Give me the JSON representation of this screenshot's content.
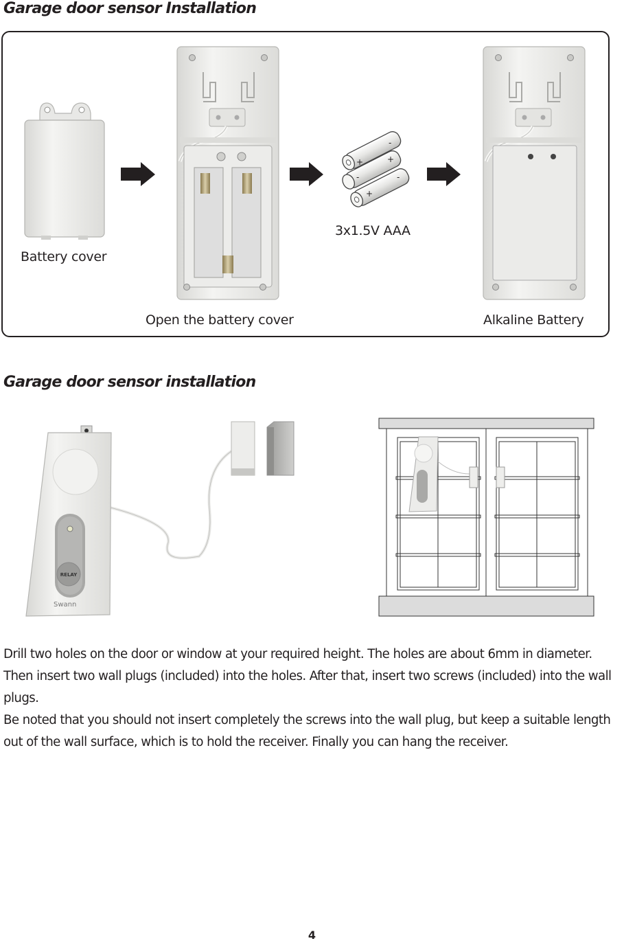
{
  "section1": {
    "heading": "Garage door sensor Installation",
    "captions": {
      "battery_cover": "Battery cover",
      "batteries": "3x1.5V AAA",
      "open_cover": "Open the battery cover",
      "alkaline": "Alkaline Battery"
    }
  },
  "section2": {
    "heading": "Garage door sensor installation",
    "device": {
      "button_label": "RELAY",
      "brand": "Swann"
    }
  },
  "battery_marks": {
    "plus": "+",
    "minus": "-"
  },
  "instructions": {
    "paragraph1": "Drill two holes on the door or window at your required height. The holes are about 6mm in diameter.  Then insert two wall plugs (included) into the holes. After that, insert two screws (included) into the wall plugs.",
    "paragraph2": "Be noted that you should not insert completely the screws into the wall plug, but keep a suitable length out of the wall surface, which is to hold the receiver. Finally you can hang the receiver."
  },
  "page_number": "4",
  "colors": {
    "text": "#231f20",
    "device_white": "#ededeb",
    "device_shadow": "#c9c9c6",
    "button_grey": "#a8a8a6",
    "arrow": "#231f20"
  }
}
